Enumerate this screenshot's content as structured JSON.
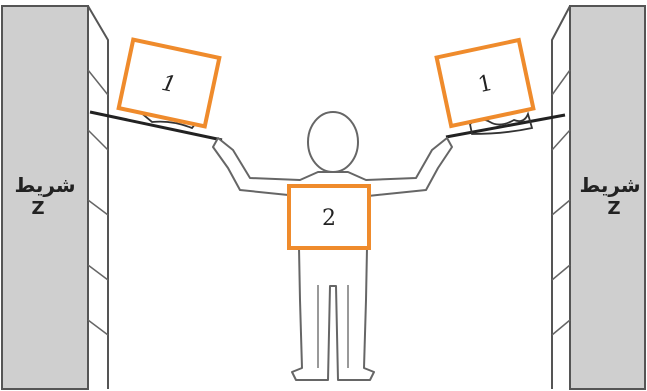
{
  "strips": {
    "left": {
      "label": "شريط",
      "sub": "Z"
    },
    "right": {
      "label": "شريط",
      "sub": "Z"
    }
  },
  "labels": {
    "left_hand": "1",
    "right_hand": "1",
    "body": "2"
  },
  "colors": {
    "strip_fill": "#cfcfcf",
    "outline": "#555555",
    "label_border": "#ef8b2c",
    "text": "#222222",
    "background": "#ffffff"
  }
}
